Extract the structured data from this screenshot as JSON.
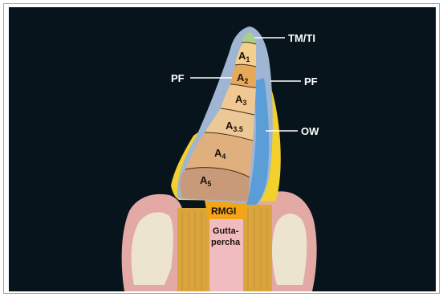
{
  "figure": {
    "labels": {
      "tm_ti": "TM/TI",
      "pf_left": "PF",
      "pf_right": "PF",
      "ow": "OW",
      "rmgi": "RMGI",
      "gutta_line1": "Gutta-",
      "gutta_line2": "percha"
    },
    "layers": [
      {
        "letter": "A",
        "index": "1"
      },
      {
        "letter": "A",
        "index": "2"
      },
      {
        "letter": "A",
        "index": "3"
      },
      {
        "letter": "A",
        "index": "3.5"
      },
      {
        "letter": "A",
        "index": "4"
      },
      {
        "letter": "A",
        "index": "5"
      }
    ],
    "colors": {
      "background": "#08141c",
      "frame": "#ffffff",
      "gum": "#e3a9a5",
      "gum_dark": "#c9807c",
      "neighbor_tooth": "#ede4cf",
      "root_post": "#d9a53c",
      "pulp": "#f1bcc0",
      "rmgi": "#f2a517",
      "pf_layer": "#9fb5d2",
      "ow_layer": "#5b9dd6",
      "yellow_layer": "#f3d12a",
      "tip_green": "#a9d08a",
      "a1": "#f3d08e",
      "a2": "#e6a95a",
      "a3": "#efc894",
      "a35": "#ecc897",
      "a4": "#dfb07e",
      "a5": "#c99a7a"
    }
  }
}
